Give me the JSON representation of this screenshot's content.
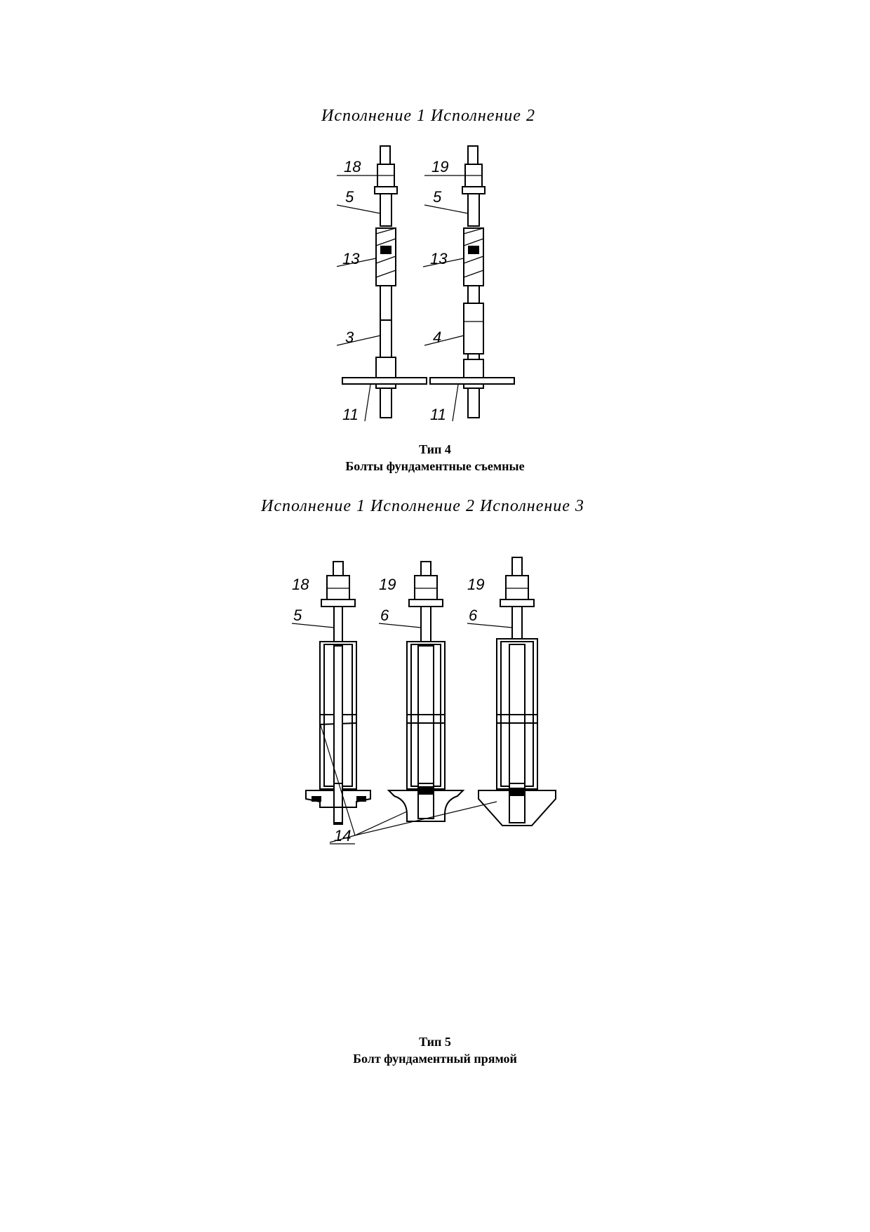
{
  "figure_top": {
    "variant_captions": "Исполнение 1 Исполнение 2",
    "callouts": {
      "left": [
        "18",
        "5",
        "13",
        "3",
        "11"
      ],
      "right": [
        "19",
        "5",
        "13",
        "4",
        "11"
      ]
    },
    "caption_title": "Тип 4",
    "caption_subtitle": "Болты фундаментные съемные"
  },
  "figure_bottom": {
    "variant_captions": "Исполнение 1 Исполнение 2 Исполнение 3",
    "callouts": {
      "v1": [
        "18",
        "5"
      ],
      "v2": [
        "19",
        "6"
      ],
      "v3": [
        "19",
        "6"
      ],
      "common": "14"
    },
    "caption_title": "Тип 5",
    "caption_subtitle": "Болт фундаментный прямой"
  }
}
